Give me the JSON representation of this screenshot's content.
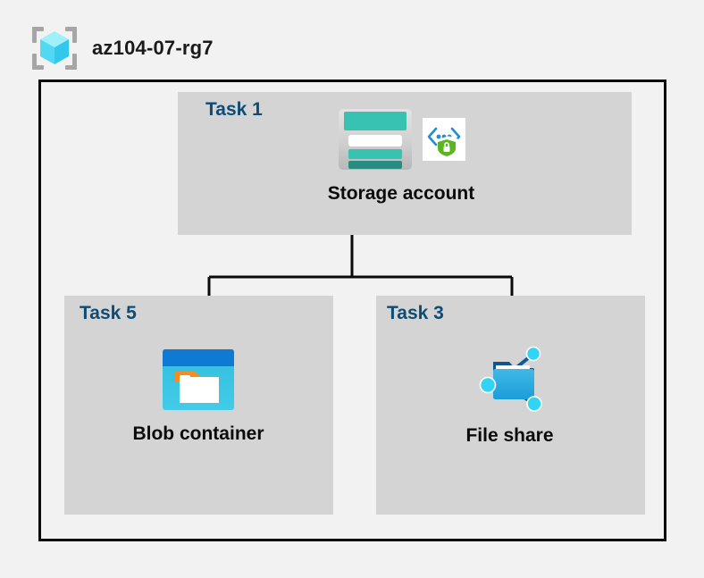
{
  "header": {
    "icon": "resource-group-icon",
    "title": "az104-07-rg7"
  },
  "boundary": {
    "name": "resource-group-boundary"
  },
  "panels": [
    {
      "id": "task1",
      "task_label": "Task 1",
      "node_label": "Storage account",
      "icons": [
        "storage-account-icon",
        "secure-transfer-encryption-icon"
      ]
    },
    {
      "id": "task5",
      "task_label": "Task 5",
      "node_label": "Blob container",
      "icons": [
        "blob-container-icon"
      ]
    },
    {
      "id": "task3",
      "task_label": "Task 3",
      "node_label": "File share",
      "icons": [
        "file-share-icon"
      ]
    }
  ],
  "connectors": {
    "name": "parent-child-connector",
    "description": "Storage account branches down to Blob container and File share"
  },
  "colors": {
    "background": "#f2f2f2",
    "panel": "#d4d4d4",
    "boundary_line": "#0a0a0a",
    "task_label": "#0f4c75",
    "node_label": "#0b0b0b",
    "storage_teal": "#37c2b1",
    "storage_teal_dark": "#2a8c81",
    "blob_blue": "#0078d4",
    "blob_cyan": "#32bedd",
    "blob_orange": "#f78d1e",
    "file_share_blue": "#32a4dd",
    "node_cyan": "#32d4f5",
    "shield_green": "#5bb522",
    "cube_cyan": "#7fe3f7",
    "bracket_gray": "#a6a6a6"
  }
}
